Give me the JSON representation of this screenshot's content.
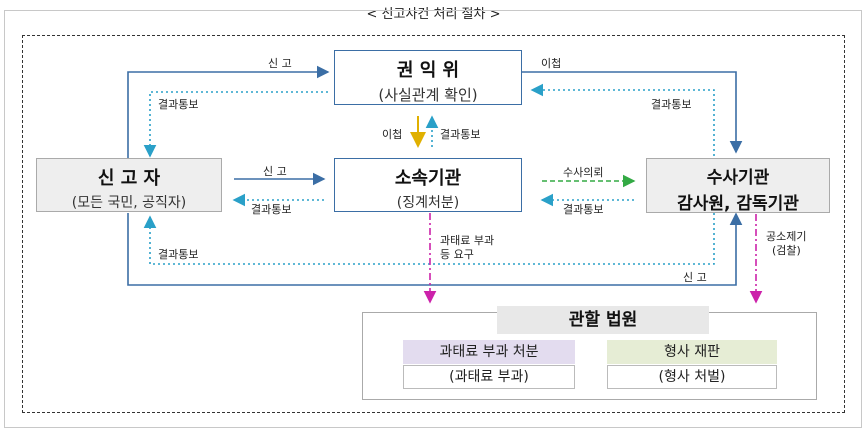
{
  "title": "< 신고사건 처리 절차 >",
  "nodes": {
    "acrc": {
      "name": "권 익 위",
      "sub": "(사실관계 확인)"
    },
    "reporter": {
      "name": "신 고 자",
      "sub": "(모든 국민, 공직자)"
    },
    "agency": {
      "name": "소속기관",
      "sub": "(징계처분)"
    },
    "investigation": {
      "name_line1": "수사기관",
      "name_line2": "감사원, 감독기관"
    },
    "court": {
      "name": "관할 법원"
    },
    "fine": {
      "header": "과태료 부과 처분",
      "body": "(과태료 부과)"
    },
    "criminal": {
      "header": "형사 재판",
      "body": "(형사 처벌)"
    }
  },
  "labels": {
    "report_top": "신 고",
    "transfer_top": "이첩",
    "result_left_top": "결과통보",
    "result_right_top": "결과통보",
    "transfer_mid": "이첩",
    "result_mid": "결과통보",
    "report_mid": "신 고",
    "result_reporter_mid": "결과통보",
    "investigation_request": "수사의뢰",
    "result_invest_mid": "결과통보",
    "fine_request_1": "과태료 부과",
    "fine_request_2": "등 요구",
    "result_bottom": "결과통보",
    "report_bottom": "신 고",
    "indictment_1": "공소제기",
    "indictment_2": "(검찰)"
  },
  "colors": {
    "solid_blue": "#3b6ea5",
    "dotted_teal": "#2aa0c8",
    "arrow_orange": "#e0b000",
    "arrow_green": "#33aa44",
    "arrow_magenta": "#cc22aa",
    "fine_header_bg": "#e3dcef",
    "criminal_header_bg": "#e6edd5"
  }
}
